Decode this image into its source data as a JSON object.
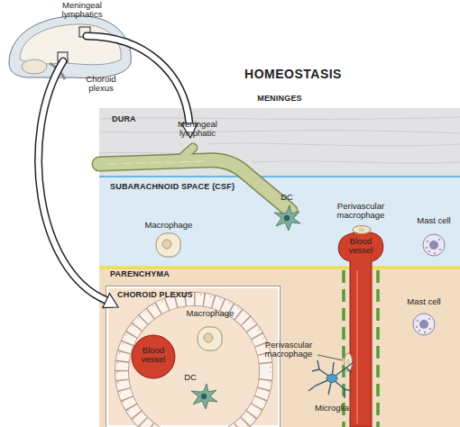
{
  "diagram": {
    "title": "HOMEOSTASIS",
    "nodes": [
      {
        "text": [
          "MENINGES"
        ]
      },
      {
        "text": [
          "DURA"
        ],
        "in": 0
      },
      {
        "text": [
          "SUBARACHNOID SPACE (CSF)"
        ],
        "in": 0
      },
      {
        "text": [
          "PARENCHYMA"
        ],
        "in": 0
      },
      {
        "text": [
          "CHOROID PLEXUS"
        ],
        "in": 3
      }
    ],
    "labels": [
      "Meningeal lymphatics",
      "Choroid plexus",
      "Meningeal lymphatic",
      "DC",
      "Macrophage",
      "Perivascular macrophage",
      "Mast cell",
      "Blood vessel",
      "Blood vessel",
      "Macrophage",
      "DC",
      "Perivascular macrophage",
      "Mast cell",
      "Microglia"
    ]
  }
}
